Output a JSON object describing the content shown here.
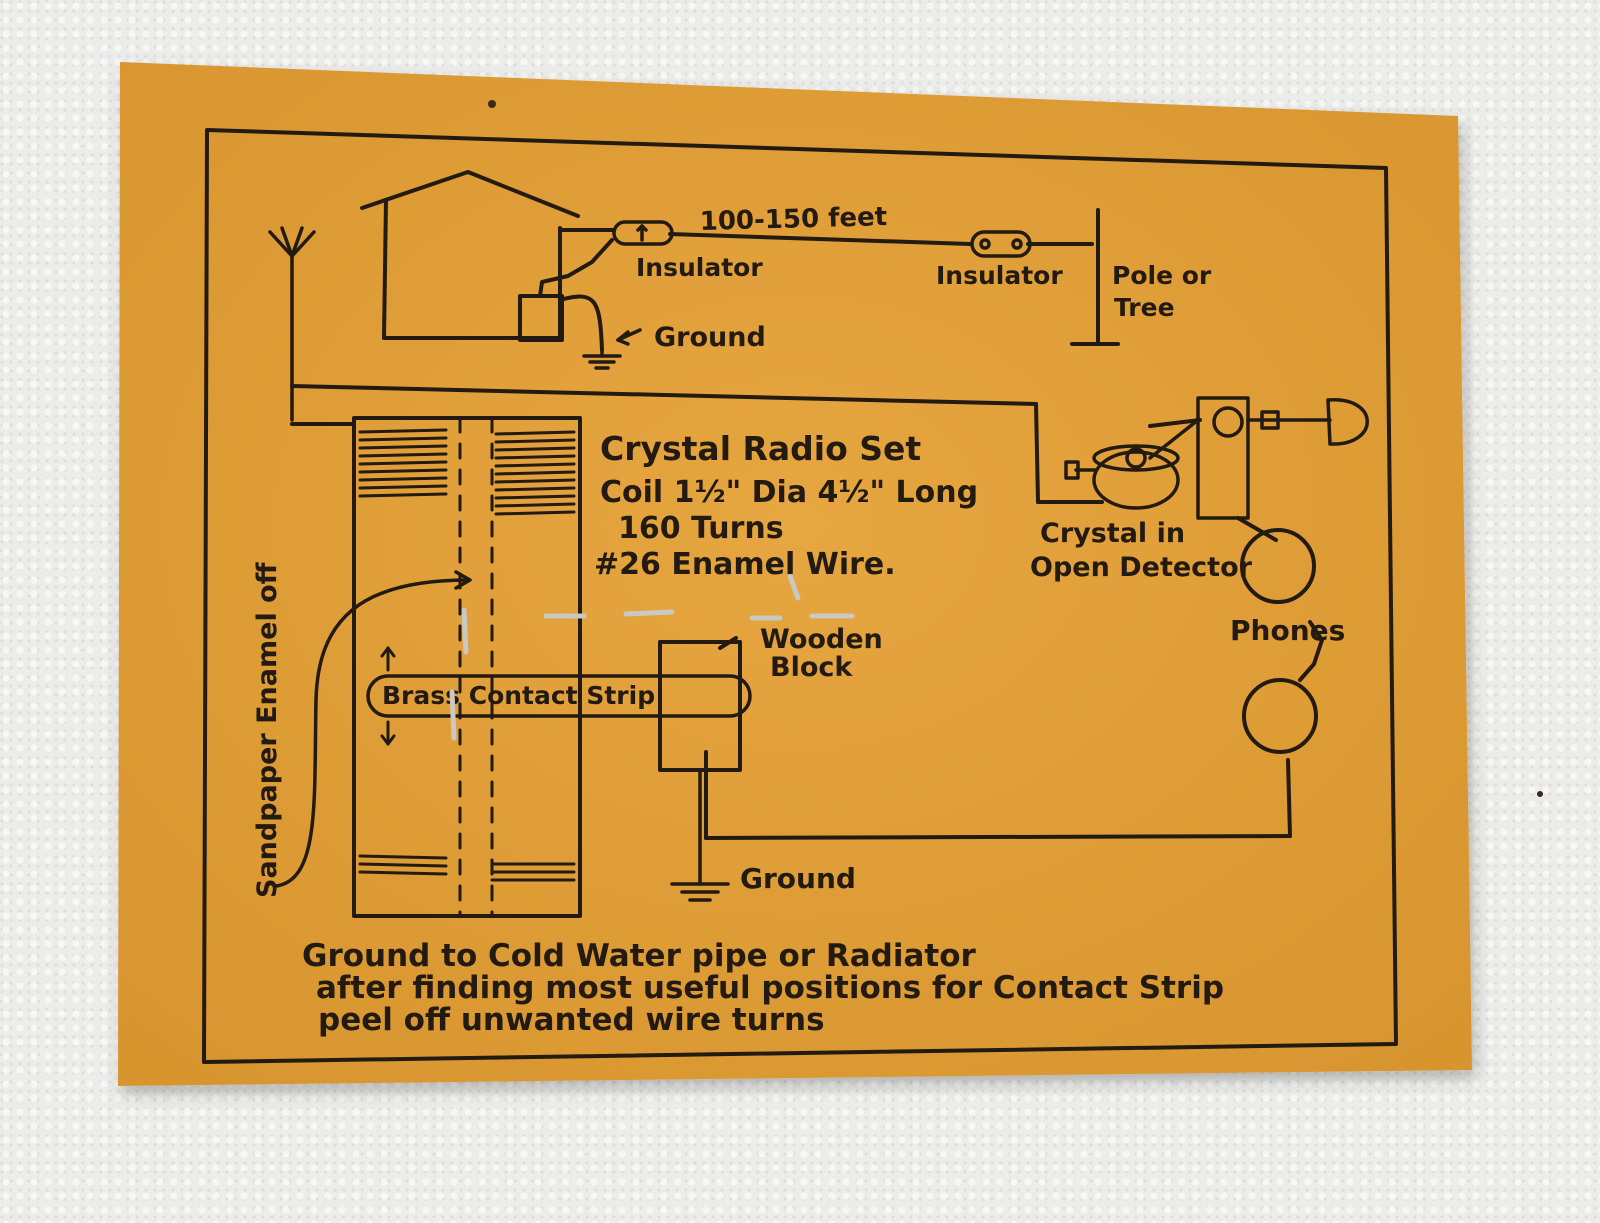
{
  "colors": {
    "card": "#e0a03e",
    "card_edge": "#c98a2c",
    "ink": "#231a12",
    "staple": "#c9c9c4"
  },
  "antenna": {
    "distance_label": "100-150 feet",
    "insulator_left_label": "Insulator",
    "insulator_right_label": "Insulator",
    "pole_label_line1": "Pole or",
    "pole_label_line2": "Tree",
    "ground_label": "Ground"
  },
  "coil": {
    "title": "Crystal Radio Set",
    "spec_line1": "Coil 1½\" Dia 4½\" Long",
    "spec_line2": "160 Turns",
    "spec_line3": "#26 Enamel Wire.",
    "sandpaper_label": "Sandpaper Enamel off",
    "contact_strip_label": "Brass Contact Strip",
    "wooden_block_line1": "Wooden",
    "wooden_block_line2": "Block",
    "ground_label": "Ground"
  },
  "detector": {
    "label_line1": "Crystal in",
    "label_line2": "Open Detector"
  },
  "phones": {
    "label": "Phones"
  },
  "notes": {
    "line1": "Ground to Cold Water pipe or Radiator",
    "line2": "after finding most useful positions for Contact Strip",
    "line3": "peel off unwanted wire turns"
  }
}
